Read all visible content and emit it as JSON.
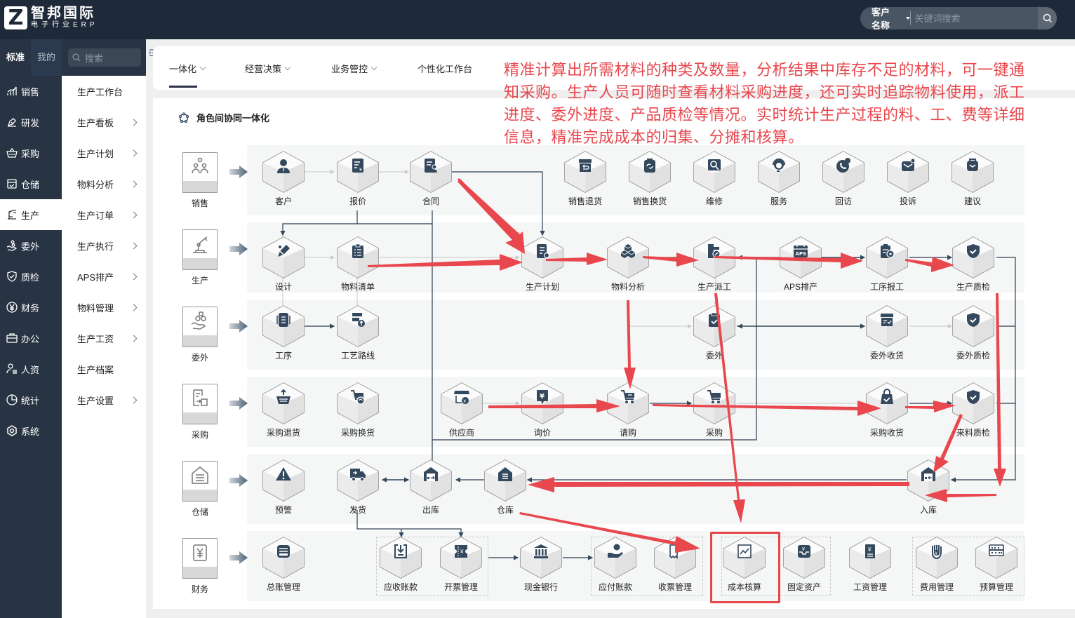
{
  "app": {
    "logo_letter": "Z",
    "brand_name": "智邦国际",
    "brand_sub": "电子行业ERP"
  },
  "header_search": {
    "field_selector": "客户名称",
    "placeholder": "关键词搜索"
  },
  "sidebar": {
    "tabs": [
      {
        "label": "标准",
        "active": true
      },
      {
        "label": "我的",
        "active": false
      }
    ],
    "search_placeholder": "搜索",
    "items": [
      {
        "label": "销售",
        "icon": "chart-bars-icon"
      },
      {
        "label": "研发",
        "icon": "pen-tool-icon"
      },
      {
        "label": "采购",
        "icon": "basket-icon"
      },
      {
        "label": "仓储",
        "icon": "box-check-icon"
      },
      {
        "label": "生产",
        "icon": "robot-arm-icon",
        "active": true
      },
      {
        "label": "委外",
        "icon": "hand-coins-icon"
      },
      {
        "label": "质检",
        "icon": "shield-check-icon"
      },
      {
        "label": "财务",
        "icon": "yen-circle-icon"
      },
      {
        "label": "办公",
        "icon": "briefcase-icon"
      },
      {
        "label": "人资",
        "icon": "person-list-icon"
      },
      {
        "label": "统计",
        "icon": "pie-chart-icon"
      },
      {
        "label": "系统",
        "icon": "hexagon-gear-icon"
      }
    ]
  },
  "submenu": {
    "items": [
      {
        "label": "生产工作台",
        "has_children": false
      },
      {
        "label": "生产看板",
        "has_children": true
      },
      {
        "label": "生产计划",
        "has_children": true
      },
      {
        "label": "物料分析",
        "has_children": true
      },
      {
        "label": "生产订单",
        "has_children": true
      },
      {
        "label": "生产执行",
        "has_children": true
      },
      {
        "label": "APS排产",
        "has_children": true
      },
      {
        "label": "物料管理",
        "has_children": true
      },
      {
        "label": "生产工资",
        "has_children": true
      },
      {
        "label": "生产档案",
        "has_children": false
      },
      {
        "label": "生产设置",
        "has_children": true
      }
    ]
  },
  "tabs": [
    {
      "label": "一体化",
      "dropdown": true,
      "active": true
    },
    {
      "label": "经营决策",
      "dropdown": true
    },
    {
      "label": "业务管控",
      "dropdown": true
    },
    {
      "label": "个性化工作台",
      "dropdown": false
    }
  ],
  "panel": {
    "title": "角色间协同一体化"
  },
  "annotation": {
    "text": "精准计算出所需材料的种类及数量，分析结果中库存不足的材料，可一键通知采购。生产人员可随时查看材料采购进度，还可实时追踪物料使用，派工进度、委外进度、产品质检等情况。实时统计生产过程的料、工、费等详细信息，精准完成成本的归集、分摊和核算。",
    "color": "#e8474d"
  },
  "roles": [
    {
      "label": "销售",
      "icon": "people-network-icon"
    },
    {
      "label": "生产",
      "icon": "robot-arm-icon"
    },
    {
      "label": "委外",
      "icon": "hand-coins-icon"
    },
    {
      "label": "采购",
      "icon": "document-transfer-icon"
    },
    {
      "label": "仓储",
      "icon": "warehouse-icon"
    },
    {
      "label": "财务",
      "icon": "yen-document-icon"
    }
  ],
  "flow": {
    "sales": [
      {
        "label": "客户",
        "icon": "customer-icon"
      },
      {
        "label": "报价",
        "icon": "quote-icon"
      },
      {
        "label": "合同",
        "icon": "contract-icon"
      },
      {
        "label": "销售退货",
        "icon": "return-box-icon"
      },
      {
        "label": "销售换货",
        "icon": "exchange-icon"
      },
      {
        "label": "维修",
        "icon": "repair-icon"
      },
      {
        "label": "服务",
        "icon": "headset-icon"
      },
      {
        "label": "回访",
        "icon": "phone-icon"
      },
      {
        "label": "投诉",
        "icon": "complaint-mail-icon"
      },
      {
        "label": "建议",
        "icon": "suggestion-icon"
      }
    ],
    "production": [
      {
        "label": "设计",
        "icon": "pencil-icon"
      },
      {
        "label": "物料清单",
        "icon": "clipboard-list-icon"
      },
      {
        "label": "生产计划",
        "icon": "plan-icon"
      },
      {
        "label": "物料分析",
        "icon": "cubes-icon"
      },
      {
        "label": "生产派工",
        "icon": "dispatch-icon"
      },
      {
        "label": "APS排产",
        "icon": "aps-calendar-icon"
      },
      {
        "label": "工序报工",
        "icon": "report-work-icon"
      },
      {
        "label": "生产质检",
        "icon": "shield-check-icon"
      }
    ],
    "outsource": [
      {
        "label": "工序",
        "icon": "process-list-icon"
      },
      {
        "label": "工艺路线",
        "icon": "route-icon"
      },
      {
        "label": "委外",
        "icon": "outsource-clipboard-icon"
      },
      {
        "label": "委外收货",
        "icon": "receive-box-icon"
      },
      {
        "label": "委外质检",
        "icon": "shield-check-icon"
      }
    ],
    "purchase": [
      {
        "label": "采购退货",
        "icon": "basket-return-icon"
      },
      {
        "label": "采购换货",
        "icon": "cart-exchange-icon"
      },
      {
        "label": "供应商",
        "icon": "store-icon"
      },
      {
        "label": "询价",
        "icon": "price-inquiry-icon"
      },
      {
        "label": "请购",
        "icon": "cart-request-icon"
      },
      {
        "label": "采购",
        "icon": "cart-icon"
      },
      {
        "label": "采购收货",
        "icon": "bag-check-icon"
      },
      {
        "label": "来料质检",
        "icon": "shield-check-icon"
      }
    ],
    "warehouse": [
      {
        "label": "预警",
        "icon": "warning-icon"
      },
      {
        "label": "发货",
        "icon": "truck-icon"
      },
      {
        "label": "出库",
        "icon": "outbound-icon"
      },
      {
        "label": "仓库",
        "icon": "warehouse-house-icon"
      },
      {
        "label": "入库",
        "icon": "inbound-icon"
      }
    ],
    "finance": [
      {
        "label": "总账管理",
        "icon": "ledger-icon"
      },
      {
        "label": "应收账款",
        "icon": "receivable-icon"
      },
      {
        "label": "开票管理",
        "icon": "invoice-icon"
      },
      {
        "label": "现金银行",
        "icon": "bank-icon"
      },
      {
        "label": "应付账款",
        "icon": "payable-icon"
      },
      {
        "label": "收票管理",
        "icon": "receive-invoice-icon"
      },
      {
        "label": "成本核算",
        "icon": "cost-chart-icon",
        "highlighted": true
      },
      {
        "label": "固定资产",
        "icon": "asset-tray-icon"
      },
      {
        "label": "工资管理",
        "icon": "salary-icon"
      },
      {
        "label": "费用管理",
        "icon": "expense-hand-icon"
      },
      {
        "label": "预算管理",
        "icon": "abacus-icon"
      }
    ]
  },
  "colors": {
    "topbar": "#1e2a3a",
    "sidebar": "#283444",
    "icon_fill": "#34495e",
    "annotation_red": "#e8474d",
    "lane_bg": "#f5f6f6"
  }
}
